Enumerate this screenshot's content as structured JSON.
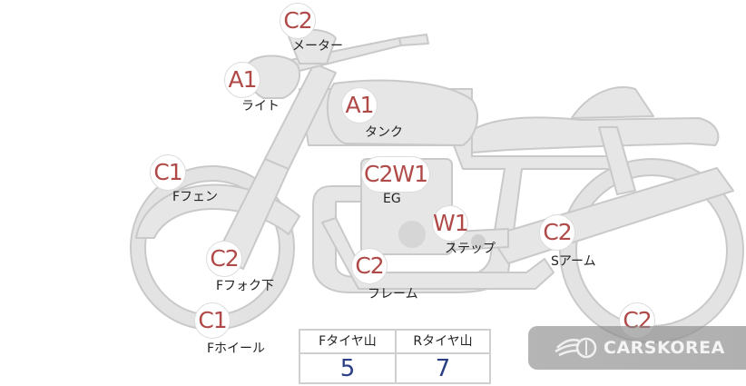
{
  "parts": [
    {
      "key": "meter",
      "code": "C2",
      "label": "メーター"
    },
    {
      "key": "light",
      "code": "A1",
      "label": "ライト"
    },
    {
      "key": "tank",
      "code": "A1",
      "label": "タンク"
    },
    {
      "key": "front-fender",
      "code": "C1",
      "label": "Fフェン"
    },
    {
      "key": "engine",
      "code": "C2W1",
      "label": "EG"
    },
    {
      "key": "step",
      "code": "W1",
      "label": "ステップ"
    },
    {
      "key": "swing-arm",
      "code": "C2",
      "label": "Sアーム"
    },
    {
      "key": "front-fork-lower",
      "code": "C2",
      "label": "Fフォク下"
    },
    {
      "key": "frame",
      "code": "C2",
      "label": "フレーム"
    },
    {
      "key": "front-wheel",
      "code": "C1",
      "label": "Fホイール"
    },
    {
      "key": "rear-wheel",
      "code": "C2",
      "label": ""
    }
  ],
  "tread": {
    "front_label": "Fタイヤ山",
    "front_value": "5",
    "rear_label": "Rタイヤ山",
    "rear_value": "7"
  },
  "watermark": {
    "brand": "CARSKOREA"
  },
  "colors": {
    "code_text": "#b04a48",
    "tread_value": "#2b3f86",
    "bike_fill": "#e6e6e6",
    "bike_stroke": "#c9c9c9"
  }
}
